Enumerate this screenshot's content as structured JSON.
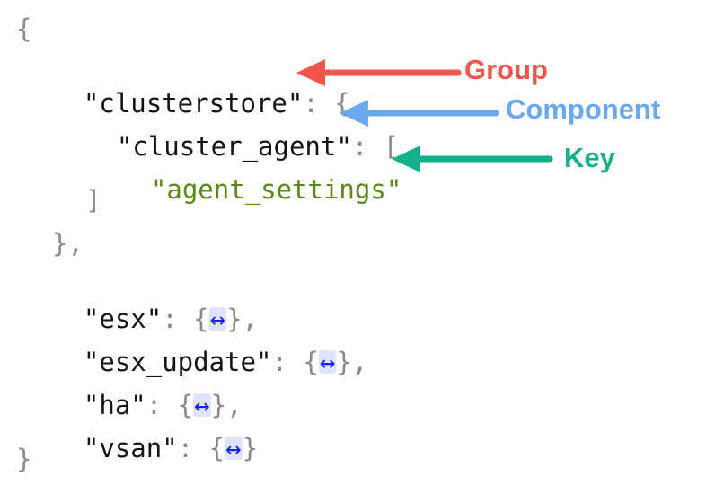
{
  "code": {
    "open_brace": "{",
    "close_brace": "}",
    "group_key": "\"clusterstore\"",
    "group_sep": ": {",
    "component_key": "\"cluster_agent\"",
    "component_sep": ": [",
    "setting_key": "\"agent_settings\"",
    "close_bracket": "]",
    "close_group": "},",
    "collapsed_entries": [
      {
        "key": "\"esx\"",
        "sep": ": {",
        "expand": "↔",
        "end": "},"
      },
      {
        "key": "\"esx_update\"",
        "sep": ": {",
        "expand": "↔",
        "end": "},"
      },
      {
        "key": "\"ha\"",
        "sep": ": {",
        "expand": "↔",
        "end": "},"
      },
      {
        "key": "\"vsan\"",
        "sep": ": {",
        "expand": "↔",
        "end": "}"
      }
    ]
  },
  "annotations": [
    {
      "label": "Group",
      "color": "#f0564a",
      "arrow": "group-arrow"
    },
    {
      "label": "Component",
      "color": "#6aa8f0",
      "arrow": "component-arrow"
    },
    {
      "label": "Key",
      "color": "#14b08e",
      "arrow": "key-arrow"
    }
  ]
}
